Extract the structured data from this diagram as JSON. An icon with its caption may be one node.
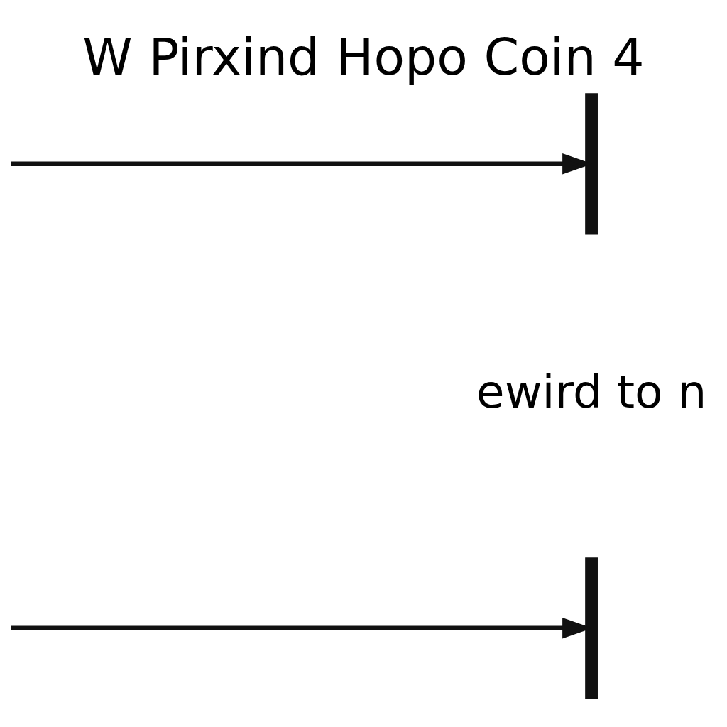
{
  "diagram": {
    "title": "W Pirxind Hopo Coin 4",
    "nodes": [
      {
        "text": [],
        "shape": "bar"
      },
      {
        "text": [],
        "shape": "bar"
      }
    ],
    "edges": [
      {
        "from": null,
        "to": 0,
        "arrow": "to"
      },
      {
        "from": null,
        "to": 1,
        "arrow": "to"
      }
    ],
    "labels": [
      "ewird to n"
    ]
  }
}
